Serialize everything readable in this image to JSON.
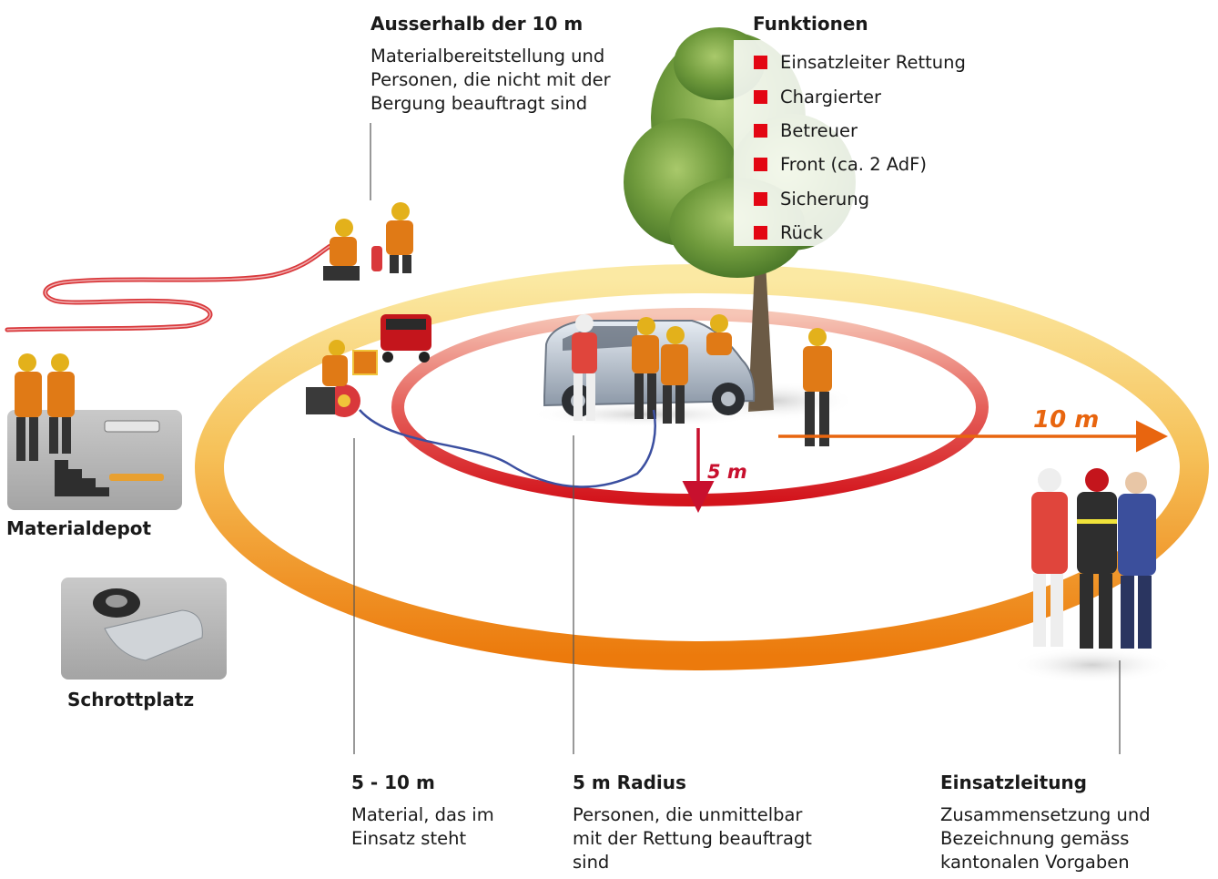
{
  "outside": {
    "title": "Ausserhalb der 10 m",
    "lines": [
      "Materialbereitstellung und",
      "Personen, die nicht mit der",
      "Bergung beauftragt sind"
    ]
  },
  "functions": {
    "title": "Funktionen",
    "items": [
      "Einsatzleiter Rettung",
      "Chargierter",
      "Betreuer",
      "Front (ca. 2 AdF)",
      "Sicherung",
      "Rück"
    ],
    "bullet_color": "#e30613"
  },
  "depots": {
    "material": "Materialdepot",
    "scrap": "Schrottplatz"
  },
  "distances": {
    "outer": "10 m",
    "inner": "5 m",
    "outer_color": "#e8650f",
    "inner_color": "#c8102e"
  },
  "zone_5_10": {
    "title": "5 - 10 m",
    "lines": [
      "Material, das im",
      "Einsatz steht"
    ]
  },
  "zone_5": {
    "title": "5 m Radius",
    "lines": [
      "Personen, die unmittelbar",
      "mit der Rettung beauftragt",
      "sind"
    ]
  },
  "command": {
    "title": "Einsatzleitung",
    "lines": [
      "Zusammensetzung und",
      "Bezeichnung gemäss",
      "kantonalen Vorgaben"
    ]
  },
  "colors": {
    "outer_ring_light": "#f9dd7a",
    "outer_ring_dark": "#ee7d0d",
    "inner_ring_light": "#f3b3a0",
    "inner_ring_dark": "#d81920",
    "firefighter": "#e07a16",
    "hose": "#d9383b"
  },
  "icons": [
    "tree-icon",
    "car-icon",
    "firefighter-icon",
    "generator-icon",
    "hydraulic-pump-icon",
    "tire-icon",
    "police-icon"
  ]
}
